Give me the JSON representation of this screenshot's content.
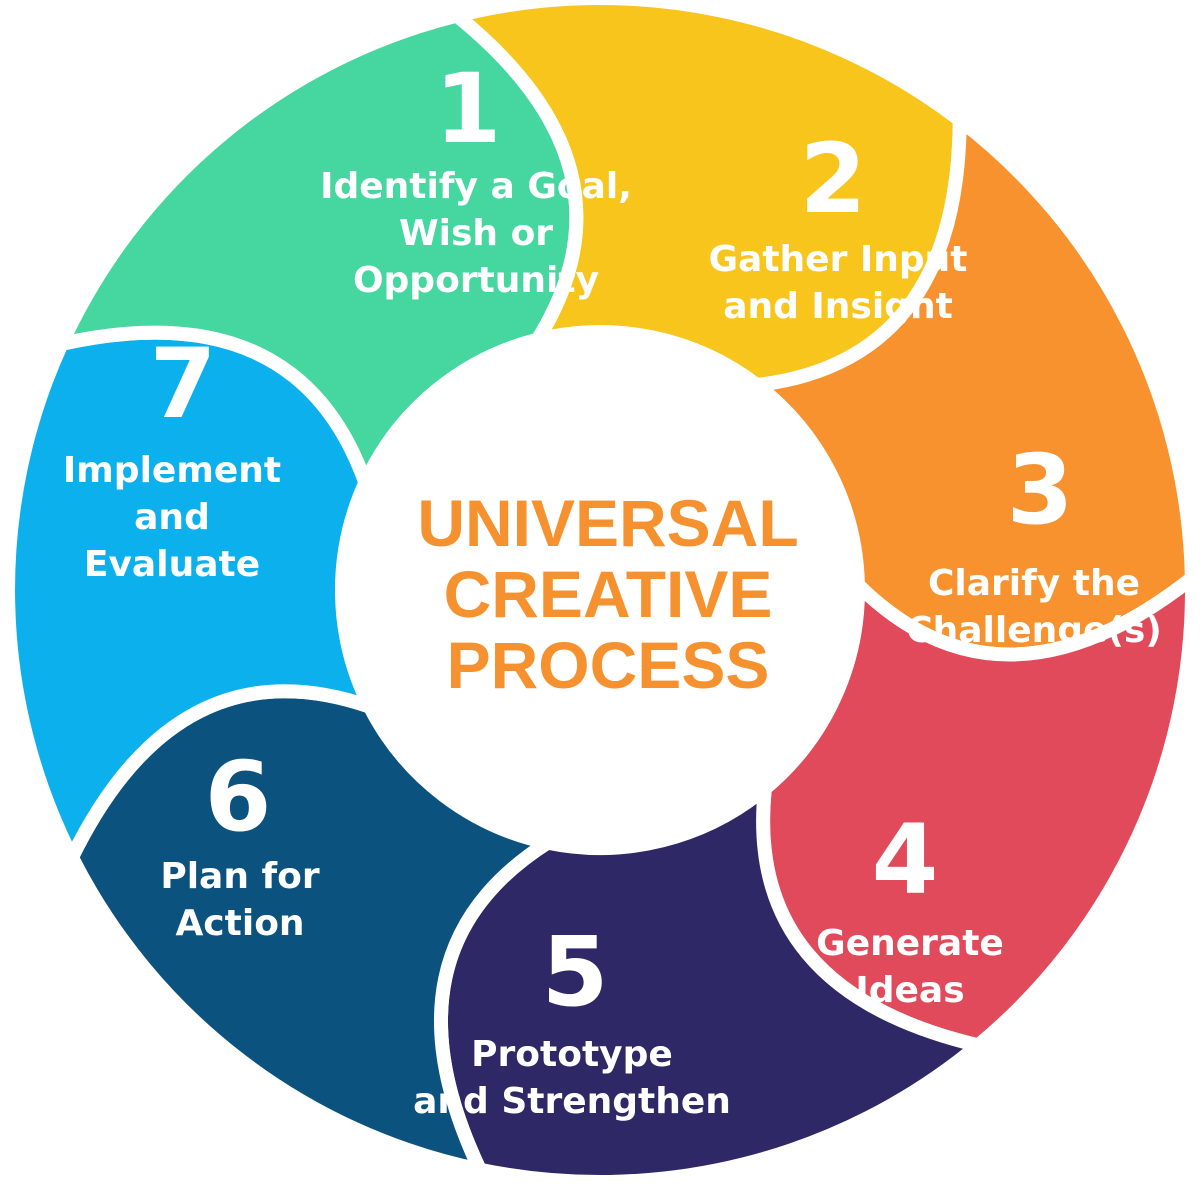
{
  "center": {
    "title_lines": [
      "UNIVERSAL",
      "CREATIVE",
      "PROCESS"
    ],
    "color": "#f5922f"
  },
  "segments": [
    {
      "number": "1",
      "label_lines": [
        "Identify a Goal,",
        "Wish or",
        "Opportunity"
      ],
      "color": "#f8c51c"
    },
    {
      "number": "2",
      "label_lines": [
        "Gather Input",
        "and Insight"
      ],
      "color": "#f7922e"
    },
    {
      "number": "3",
      "label_lines": [
        "Clarify the",
        "Challenge(s)"
      ],
      "color": "#e14a5a"
    },
    {
      "number": "4",
      "label_lines": [
        "Generate",
        "Ideas"
      ],
      "color": "#2e2966"
    },
    {
      "number": "5",
      "label_lines": [
        "Prototype",
        "and Strengthen"
      ],
      "color": "#0b527f"
    },
    {
      "number": "6",
      "label_lines": [
        "Plan for",
        "Action"
      ],
      "color": "#0cb0ed"
    },
    {
      "number": "7",
      "label_lines": [
        "Implement",
        "and",
        "Evaluate"
      ],
      "color": "#46d69f"
    }
  ]
}
